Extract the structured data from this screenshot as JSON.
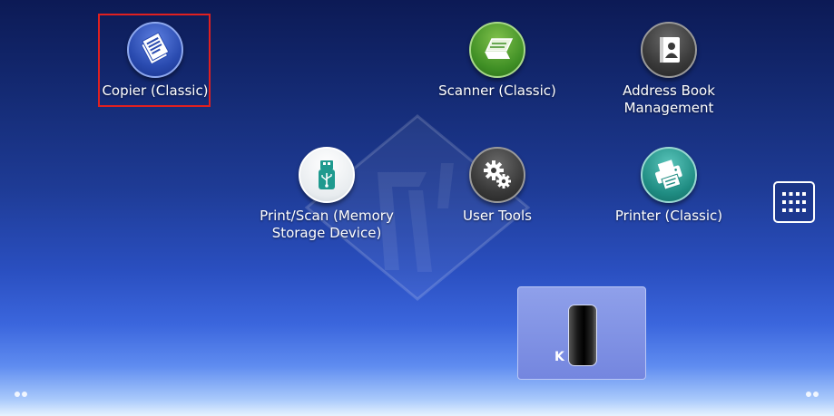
{
  "apps": [
    {
      "id": "copier",
      "label": "Copier (Classic)",
      "icon": "copier-icon",
      "selected": true
    },
    {
      "id": "scanner",
      "label": "Scanner (Classic)",
      "icon": "scanner-icon"
    },
    {
      "id": "address-book",
      "label": "Address Book Management",
      "icon": "address-book-icon"
    },
    {
      "id": "print-scan-memory",
      "label": "Print/Scan (Memory Storage Device)",
      "icon": "usb-icon"
    },
    {
      "id": "user-tools",
      "label": "User Tools",
      "icon": "gear-icon"
    },
    {
      "id": "printer",
      "label": "Printer (Classic)",
      "icon": "printer-icon"
    }
  ],
  "toner": {
    "color": "K",
    "level_percent": 100
  },
  "colors": {
    "selected_border": "#e02020",
    "copier": "#2a4bb0",
    "scanner": "#3f8f25",
    "address_book": "#3a3a3a",
    "printer": "#1f8c82"
  }
}
